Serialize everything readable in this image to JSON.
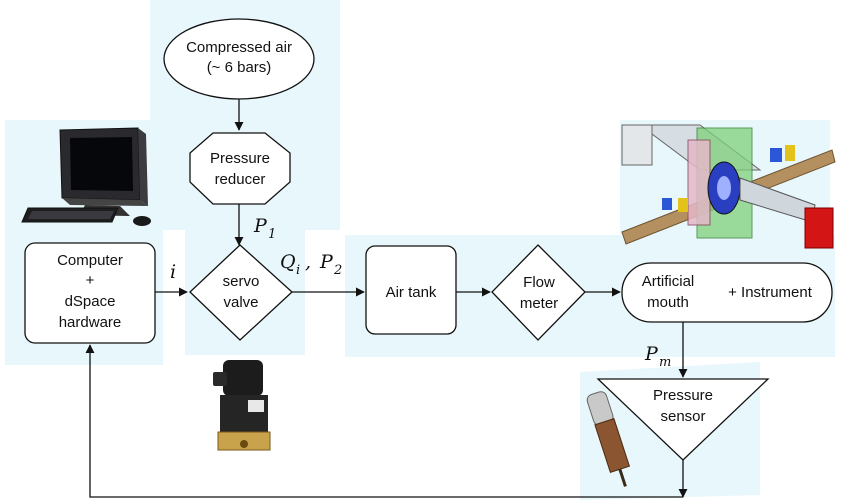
{
  "source": {
    "line1": "Compressed air",
    "line2": "(~ 6 bars)"
  },
  "reducer": {
    "line1": "Pressure",
    "line2": "reducer"
  },
  "computer": {
    "line1": "Computer",
    "line2": "+",
    "line3": "dSpace",
    "line4": "hardware"
  },
  "valve": {
    "line1": "servo",
    "line2": "valve"
  },
  "tank": {
    "label": "Air tank"
  },
  "flowmeter": {
    "line1": "Flow",
    "line2": "meter"
  },
  "mouth": {
    "line1": "Artificial",
    "line2": "mouth",
    "instrument": "+ Instrument"
  },
  "sensor": {
    "line1": "Pressure",
    "line2": "sensor"
  },
  "labels": {
    "p1": "P",
    "p1_sub": "1",
    "current": "i",
    "q": "Q",
    "q_sub": "i",
    "comma": ",",
    "p2": "P",
    "p2_sub": "2",
    "pm": "P",
    "pm_sub": "m"
  },
  "colors": {
    "highlight": "#e8f7fb",
    "stroke": "#111111",
    "box_fill": "#ffffff"
  }
}
